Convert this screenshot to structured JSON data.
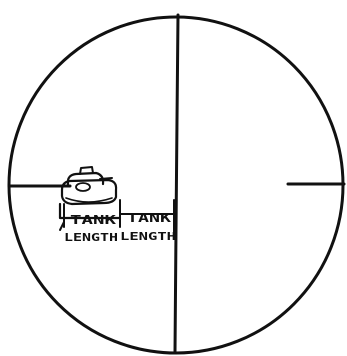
{
  "diagram": {
    "scale_labels": [
      {
        "line1": "TANK",
        "line2": "LENGTH"
      },
      {
        "line1": "TANK",
        "line2": "LENGTH"
      }
    ],
    "ink_color": "#111111",
    "background_color": "#ffffff"
  }
}
